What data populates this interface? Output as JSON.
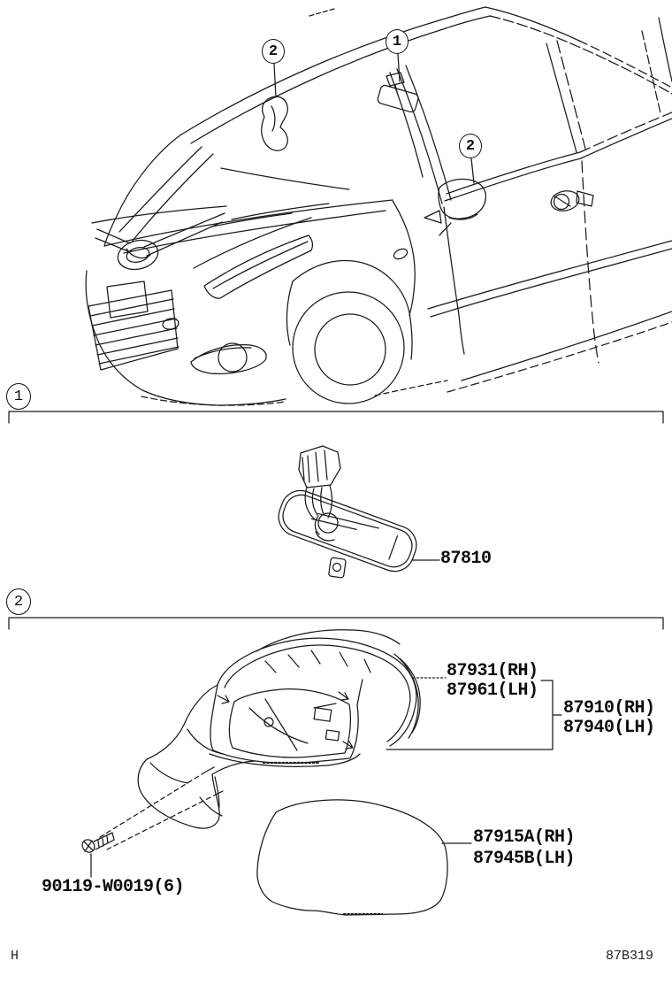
{
  "diagram": {
    "callouts": {
      "inner": "1",
      "outer_left": "2",
      "outer_right": "2"
    },
    "sections": {
      "one": "1",
      "two": "2"
    },
    "labels": {
      "inner_mirror": "87810",
      "cover_rh": "87931(RH)",
      "cover_lh": "87961(LH)",
      "assy_rh": "87910(RH)",
      "assy_lh": "87940(LH)",
      "glass_rh": "87915A(RH)",
      "glass_lh": "87945B(LH)",
      "screw": "90119-W0019(6)"
    },
    "footer": {
      "left": "H",
      "right": "87B319"
    },
    "line_color": "#1a1a1a",
    "background": "#ffffff"
  }
}
